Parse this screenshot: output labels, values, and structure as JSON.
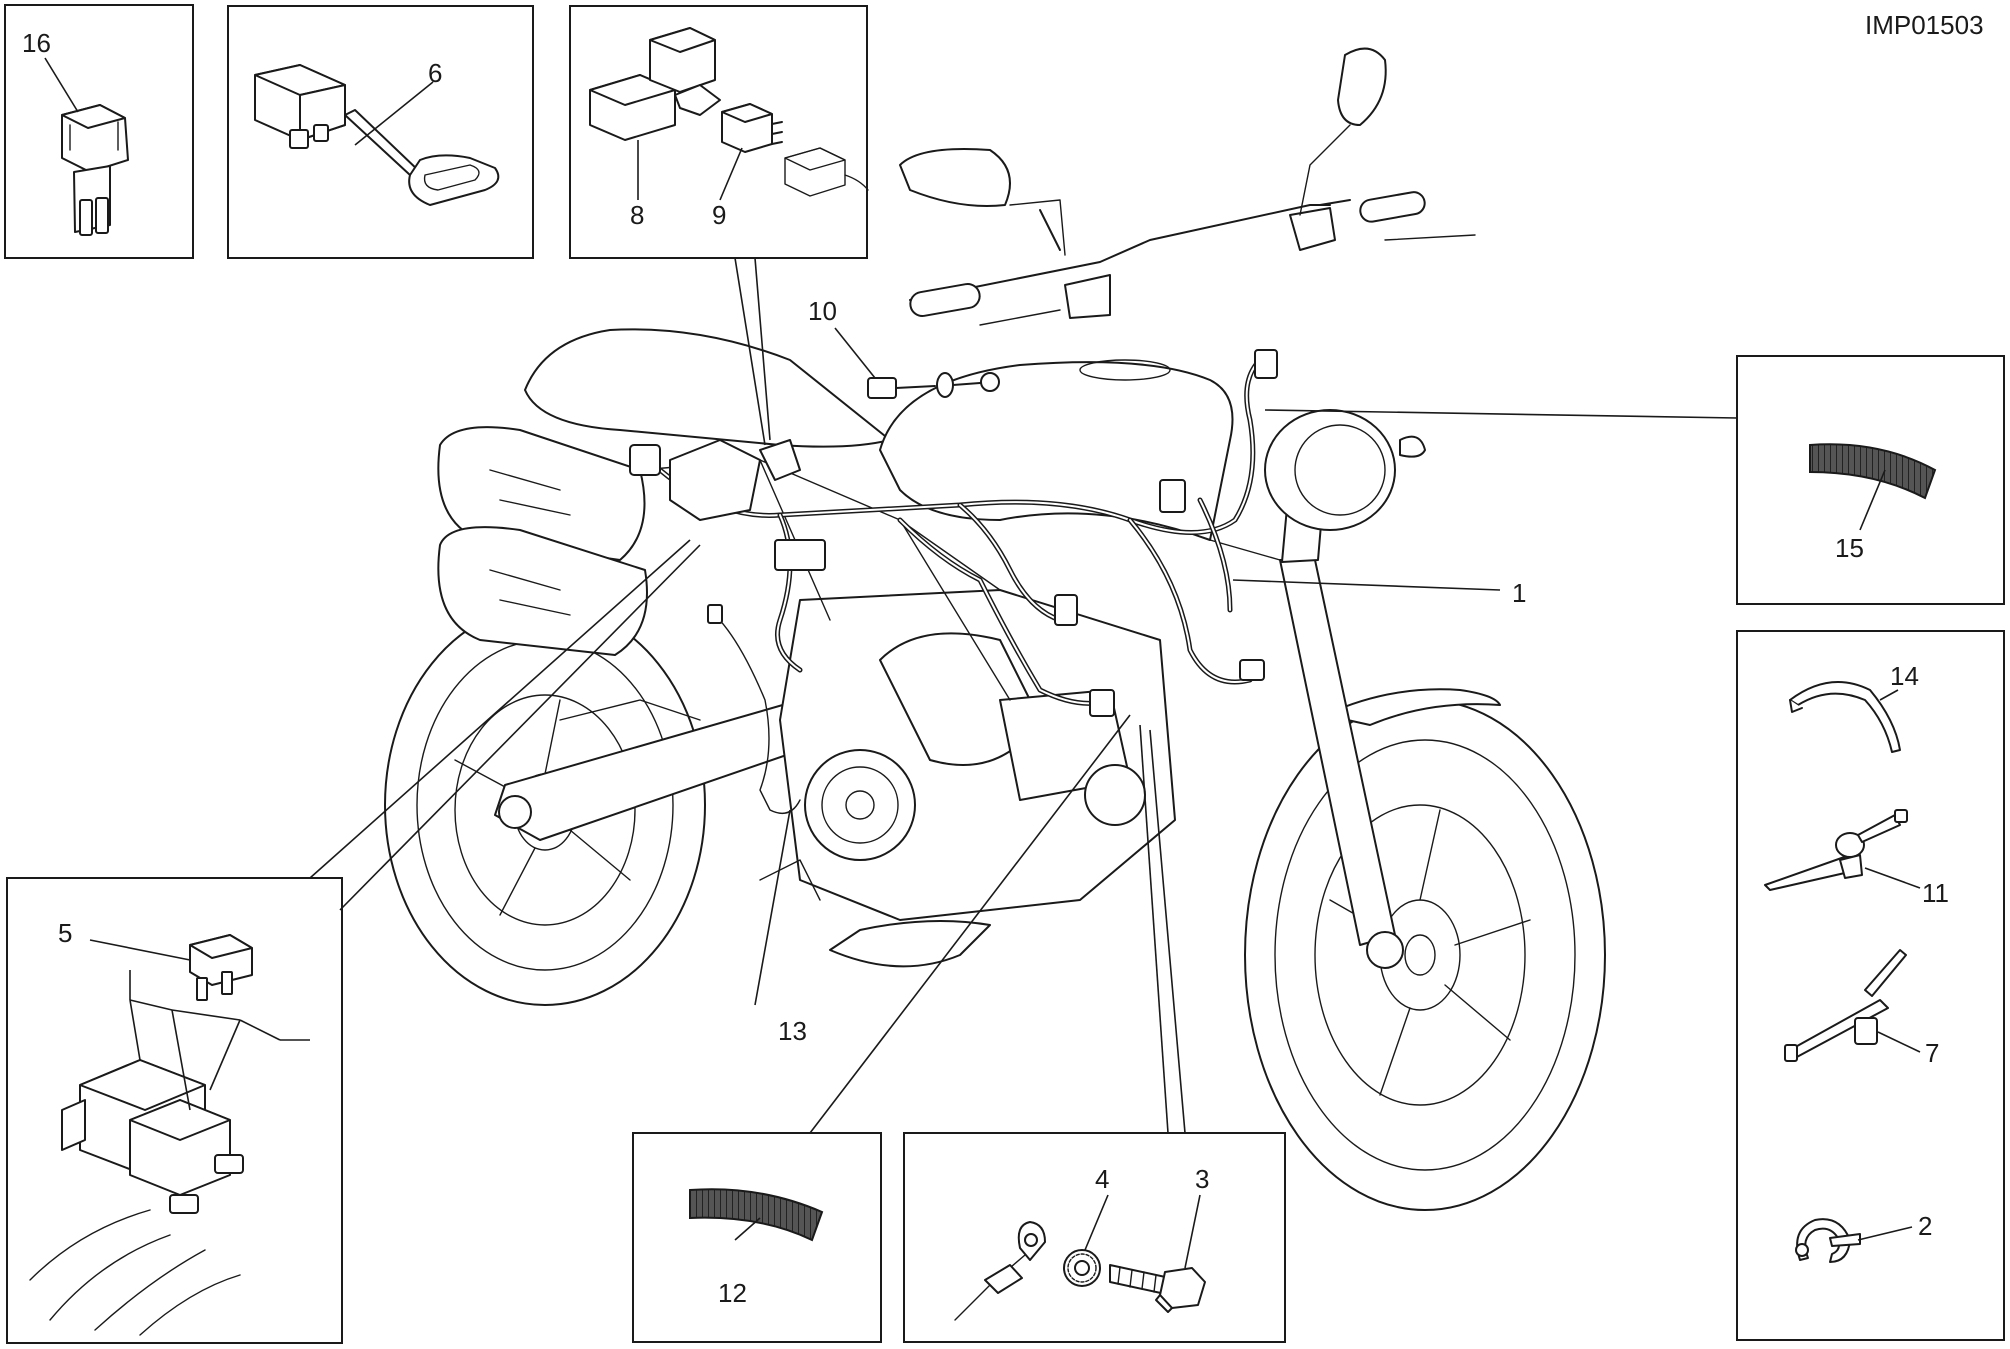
{
  "figure_code": "IMP01503",
  "callouts": {
    "c1": "1",
    "c2": "2",
    "c3": "3",
    "c4": "4",
    "c5": "5",
    "c6": "6",
    "c7": "7",
    "c8": "8",
    "c9": "9",
    "c10": "10",
    "c11": "11",
    "c12": "12",
    "c13": "13",
    "c14": "14",
    "c15": "15",
    "c16": "16"
  }
}
